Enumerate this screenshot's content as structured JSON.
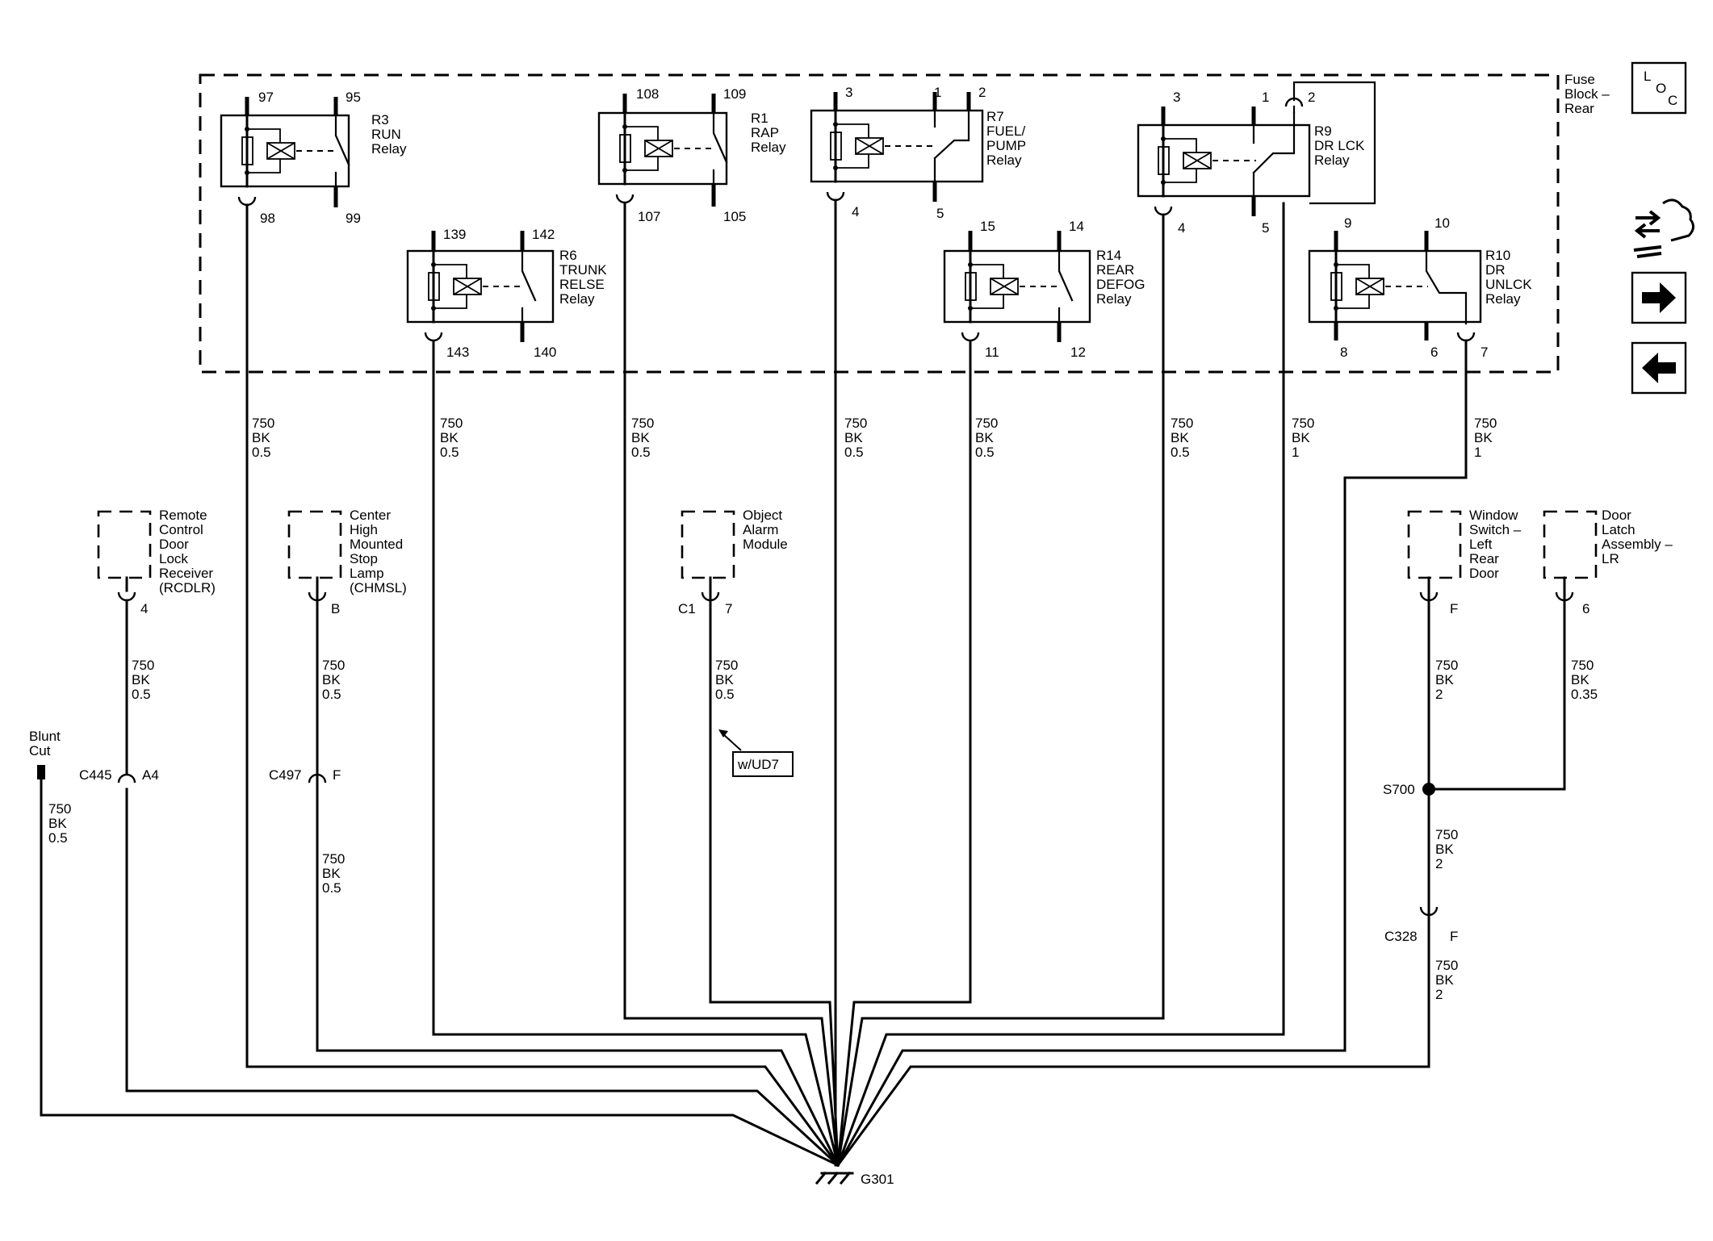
{
  "fuse_block": {
    "label_lines": [
      "Fuse",
      "Block –",
      "Rear"
    ]
  },
  "loc_icon": {
    "name": "loc-icon",
    "letters": [
      "L",
      "O",
      "C"
    ]
  },
  "nav_icons": [
    "component-icon",
    "arrow-right-icon",
    "arrow-left-icon"
  ],
  "relays": [
    {
      "id": "R3",
      "name_lines": [
        "R3",
        "RUN",
        "Relay"
      ],
      "top_left": "97",
      "top_right": "95",
      "bottom_left": "98",
      "bottom_right": "99"
    },
    {
      "id": "R1",
      "name_lines": [
        "R1",
        "RAP",
        "Relay"
      ],
      "top_left": "108",
      "top_right": "109",
      "bottom_left": "107",
      "bottom_right": "105"
    },
    {
      "id": "R7",
      "name_lines": [
        "R7",
        "FUEL/",
        "PUMP",
        "Relay"
      ],
      "top_left": "3",
      "top_mid": "1",
      "top_right": "2",
      "bottom_left": "4",
      "bottom_right": "5"
    },
    {
      "id": "R9",
      "name_lines": [
        "R9",
        "DR LCK",
        "Relay"
      ],
      "top_left": "3",
      "top_mid": "1",
      "top_right": "2",
      "bottom_left": "4",
      "bottom_right": "5"
    },
    {
      "id": "R6",
      "name_lines": [
        "R6",
        "TRUNK",
        "RELSE",
        "Relay"
      ],
      "top_left": "139",
      "top_right": "142",
      "bottom_left": "143",
      "bottom_right": "140"
    },
    {
      "id": "R14",
      "name_lines": [
        "R14",
        "REAR",
        "DEFOG",
        "Relay"
      ],
      "top_left": "15",
      "top_right": "14",
      "bottom_left": "11",
      "bottom_right": "12"
    },
    {
      "id": "R10",
      "name_lines": [
        "R10",
        "DR",
        "UNLCK",
        "Relay"
      ],
      "top_left": "9",
      "top_right": "10",
      "bottom_left": "8",
      "bottom_mid": "6",
      "bottom_right": "7"
    }
  ],
  "wire_labels": [
    {
      "id": "w-r3",
      "lines": [
        "750",
        "BK",
        "0.5"
      ]
    },
    {
      "id": "w-r6",
      "lines": [
        "750",
        "BK",
        "0.5"
      ]
    },
    {
      "id": "w-r1",
      "lines": [
        "750",
        "BK",
        "0.5"
      ]
    },
    {
      "id": "w-r7",
      "lines": [
        "750",
        "BK",
        "0.5"
      ]
    },
    {
      "id": "w-r14",
      "lines": [
        "750",
        "BK",
        "0.5"
      ]
    },
    {
      "id": "w-r9",
      "lines": [
        "750",
        "BK",
        "0.5"
      ]
    },
    {
      "id": "w-r9b",
      "lines": [
        "750",
        "BK",
        "1"
      ]
    },
    {
      "id": "w-r10",
      "lines": [
        "750",
        "BK",
        "1"
      ]
    },
    {
      "id": "w-rcdlr",
      "lines": [
        "750",
        "BK",
        "0.5"
      ]
    },
    {
      "id": "w-chmsl",
      "lines": [
        "750",
        "BK",
        "0.5"
      ]
    },
    {
      "id": "w-oam",
      "lines": [
        "750",
        "BK",
        "0.5"
      ]
    },
    {
      "id": "w-blunt",
      "lines": [
        "750",
        "BK",
        "0.5"
      ]
    },
    {
      "id": "w-c497",
      "lines": [
        "750",
        "BK",
        "0.5"
      ]
    },
    {
      "id": "w-wsw",
      "lines": [
        "750",
        "BK",
        "2"
      ]
    },
    {
      "id": "w-dla",
      "lines": [
        "750",
        "BK",
        "0.35"
      ]
    },
    {
      "id": "w-s700",
      "lines": [
        "750",
        "BK",
        "2"
      ]
    },
    {
      "id": "w-c328",
      "lines": [
        "750",
        "BK",
        "2"
      ]
    }
  ],
  "components": [
    {
      "id": "rcdlr",
      "label_lines": [
        "Remote",
        "Control",
        "Door",
        "Lock",
        "Receiver",
        "(RCDLR)"
      ],
      "pin": "4"
    },
    {
      "id": "chmsl",
      "label_lines": [
        "Center",
        "High",
        "Mounted",
        "Stop",
        "Lamp",
        "(CHMSL)"
      ],
      "pin": "B"
    },
    {
      "id": "oam",
      "label_lines": [
        "Object",
        "Alarm",
        "Module"
      ],
      "connector": "C1",
      "pin": "7"
    },
    {
      "id": "wsw",
      "label_lines": [
        "Window",
        "Switch –",
        "Left",
        "Rear",
        "Door"
      ],
      "pin": "F"
    },
    {
      "id": "dla",
      "label_lines": [
        "Door",
        "Latch",
        "Assembly –",
        "LR"
      ],
      "pin": "6"
    }
  ],
  "connectors": [
    {
      "id": "c445",
      "name": "C445",
      "pin": "A4"
    },
    {
      "id": "c497",
      "name": "C497",
      "pin": "F"
    },
    {
      "id": "c328",
      "name": "C328",
      "pin": "F"
    }
  ],
  "blunt_cut": {
    "label_lines": [
      "Blunt",
      "Cut"
    ]
  },
  "option_label": "w/UD7",
  "splice": {
    "name": "S700"
  },
  "ground": {
    "name": "G301"
  }
}
